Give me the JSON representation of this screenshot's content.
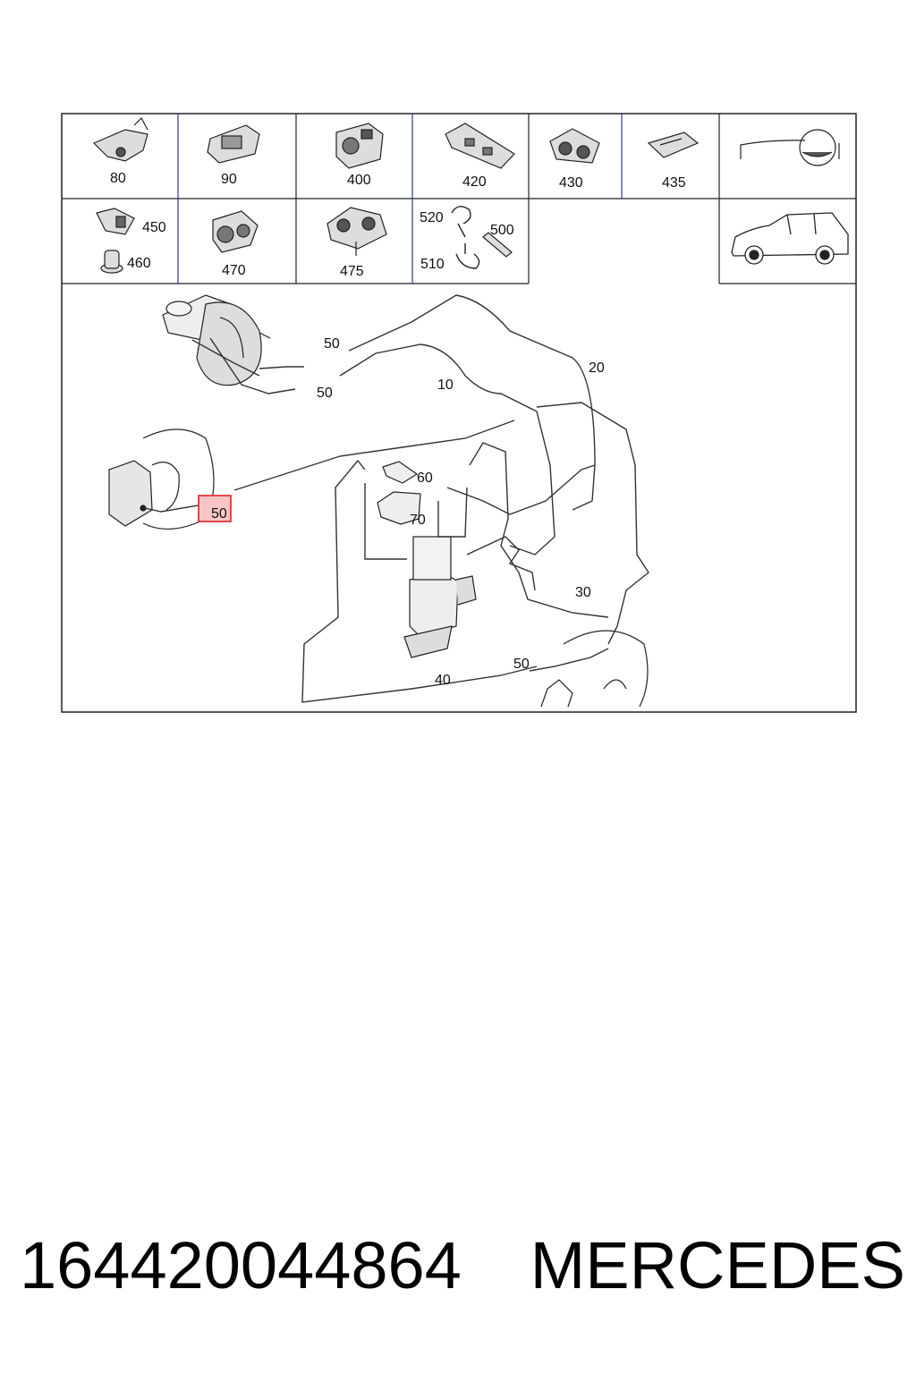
{
  "parts": {
    "p80": "80",
    "p90": "90",
    "p400": "400",
    "p420": "420",
    "p430": "430",
    "p435": "435",
    "p450": "450",
    "p460": "460",
    "p470": "470",
    "p475": "475",
    "p520": "520",
    "p500": "500",
    "p510": "510"
  },
  "callouts": {
    "c50a": "50",
    "c50b": "50",
    "c10": "10",
    "c20": "20",
    "c60": "60",
    "c70": "70",
    "c50_highlight": "50",
    "c30": "30",
    "c50c": "50",
    "c40": "40"
  },
  "caption": {
    "part_number": "164420044864",
    "brand": "MERCEDES"
  },
  "colors": {
    "highlight_border": "#e02020",
    "highlight_fill": "#f7c5c5",
    "line": "#222222",
    "blue_divider": "#2a3a9a"
  }
}
